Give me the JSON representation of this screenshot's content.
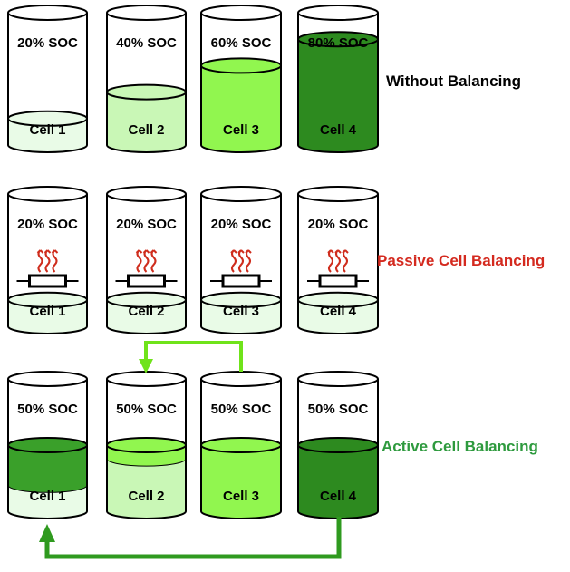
{
  "colors": {
    "pale": "#e9fbe7",
    "light": "#c9f7b6",
    "bright": "#91f64f",
    "dark": "#2d8a1f",
    "active_bottom_dark": "#3aa02a",
    "heat": "#cf2d1d",
    "arrow_bright": "#6fe31a",
    "arrow_dark": "#2f9a1f",
    "passive_title": "#d42a1f",
    "active_title": "#2e9a3e",
    "black": "#000000"
  },
  "rows": [
    {
      "title": "Without Balancing",
      "title_color": "black",
      "cells": [
        {
          "label": "Cell 1",
          "soc": "20% SOC",
          "level": 0.2,
          "fill": "pale",
          "top_fill": null
        },
        {
          "label": "Cell 2",
          "soc": "40% SOC",
          "level": 0.4,
          "fill": "light",
          "top_fill": null
        },
        {
          "label": "Cell 3",
          "soc": "60% SOC",
          "level": 0.6,
          "fill": "bright",
          "top_fill": null
        },
        {
          "label": "Cell 4",
          "soc": "80% SOC",
          "level": 0.8,
          "fill": "dark",
          "top_fill": null
        }
      ]
    },
    {
      "title": "Passive Cell Balancing",
      "title_color": "passive_title",
      "cells": [
        {
          "label": "Cell 1",
          "soc": "20% SOC",
          "level": 0.2,
          "fill": "pale",
          "top_fill": null,
          "heat": true
        },
        {
          "label": "Cell 2",
          "soc": "20% SOC",
          "level": 0.2,
          "fill": "pale",
          "top_fill": null,
          "heat": true
        },
        {
          "label": "Cell 3",
          "soc": "20% SOC",
          "level": 0.2,
          "fill": "pale",
          "top_fill": null,
          "heat": true
        },
        {
          "label": "Cell 4",
          "soc": "20% SOC",
          "level": 0.2,
          "fill": "pale",
          "top_fill": null,
          "heat": true
        }
      ]
    },
    {
      "title": "Active Cell Balancing",
      "title_color": "active_title",
      "cells": [
        {
          "label": "Cell 1",
          "soc": "50% SOC",
          "level": 0.5,
          "fill": "pale",
          "top_fill": "active_bottom_dark",
          "split": 0.2
        },
        {
          "label": "Cell 2",
          "soc": "50% SOC",
          "level": 0.5,
          "fill": "light",
          "top_fill": "bright",
          "split": 0.4
        },
        {
          "label": "Cell 3",
          "soc": "50% SOC",
          "level": 0.5,
          "fill": "bright",
          "top_fill": null
        },
        {
          "label": "Cell 4",
          "soc": "50% SOC",
          "level": 0.5,
          "fill": "dark",
          "top_fill": null
        }
      ]
    }
  ]
}
